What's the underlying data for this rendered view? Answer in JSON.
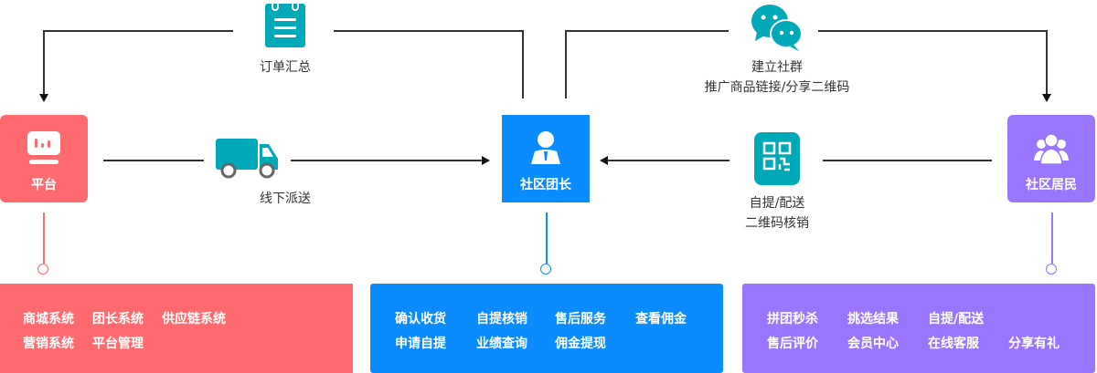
{
  "colors": {
    "platform": "#ff6a6f",
    "leader": "#0a8cff",
    "resident": "#9a76ff",
    "icon": "#00a9b8",
    "line": "#333333"
  },
  "nodes": {
    "platform": {
      "label": "平台",
      "icon": "dashboard-icon"
    },
    "leader": {
      "label": "社区团长",
      "icon": "person-icon"
    },
    "resident": {
      "label": "社区居民",
      "icon": "group-icon"
    }
  },
  "flows": {
    "order_summary": {
      "label": "订单汇总",
      "icon": "notepad-icon"
    },
    "offline_delivery": {
      "label": "线下派送",
      "icon": "truck-icon"
    },
    "build_group": {
      "line1": "建立社群",
      "line2": "推广商品链接/分享二维码",
      "icon": "wechat-icon"
    },
    "pickup": {
      "line1": "自提/配送",
      "line2": "二维码核销",
      "icon": "qrcode-icon"
    }
  },
  "panels": {
    "platform": [
      "商城系统",
      "团长系统",
      "供应链系统",
      "营销系统",
      "平台管理"
    ],
    "leader": [
      "确认收货",
      "自提核销",
      "售后服务",
      "查看佣金",
      "申请自提",
      "业绩查询",
      "佣金提现"
    ],
    "resident": [
      "拼团秒杀",
      "挑选结果",
      "自提/配送",
      "售后评价",
      "会员中心",
      "在线客服",
      "分享有礼"
    ]
  }
}
